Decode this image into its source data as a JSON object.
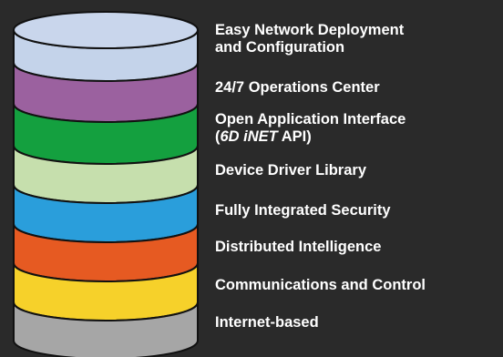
{
  "layers": [
    {
      "label_line1": "Easy Network Deployment",
      "label_line2": "and Configuration",
      "color": "#c4d3ea"
    },
    {
      "label": "24/7 Operations Center",
      "color": "#9b619f"
    },
    {
      "label_prefix": "Open Application Interface",
      "label_paren_open": "(",
      "label_italic": "6D iNET",
      "label_suffix": " API)",
      "color": "#14a03f"
    },
    {
      "label": "Device Driver Library",
      "color": "#c6dfad"
    },
    {
      "label": "Fully Integrated Security",
      "color": "#2a9edb"
    },
    {
      "label": "Distributed Intelligence",
      "color": "#e65a22"
    },
    {
      "label": "Communications and Control",
      "color": "#f6d12a"
    },
    {
      "label": "Internet-based",
      "color": "#a6a6a6"
    }
  ],
  "colors": {
    "background": "#2a2a2a",
    "top_ellipse": "#c9d6ec",
    "outline": "#111111",
    "text": "#ffffff"
  }
}
